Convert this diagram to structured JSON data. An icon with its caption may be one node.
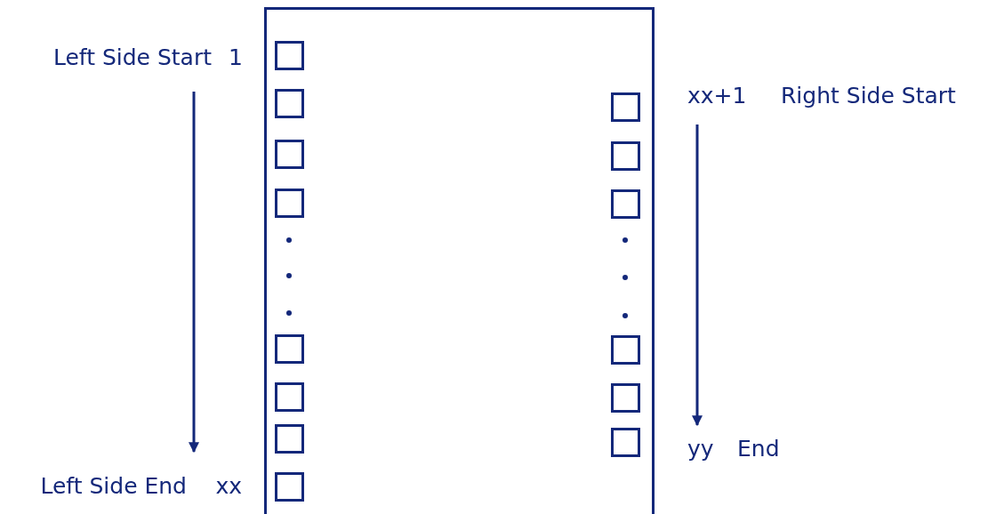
{
  "diagram": {
    "nodes": [
      {
        "text": [],
        "shape": "box"
      },
      {
        "text": [],
        "shape": "box",
        "in": 0
      },
      {
        "text": [],
        "shape": "box",
        "in": 0
      },
      {
        "text": [],
        "shape": "box",
        "in": 0
      },
      {
        "text": [],
        "shape": "box",
        "in": 0
      },
      {
        "text": [],
        "shape": "box",
        "in": 0
      },
      {
        "text": [],
        "shape": "box",
        "in": 0
      },
      {
        "text": [],
        "shape": "box",
        "in": 0
      },
      {
        "text": [],
        "shape": "box",
        "in": 0
      },
      {
        "text": [],
        "shape": "box",
        "in": 0
      },
      {
        "text": [],
        "shape": "box",
        "in": 0
      },
      {
        "text": [],
        "shape": "box",
        "in": 0
      },
      {
        "text": [],
        "shape": "box",
        "in": 0
      },
      {
        "text": [],
        "shape": "box",
        "in": 0
      },
      {
        "text": [],
        "shape": "box",
        "in": 0
      }
    ],
    "labels": [
      "Left Side Start",
      "1",
      "xx+1",
      "Right Side Start",
      "yy",
      "End",
      "Left Side End",
      "xx"
    ]
  }
}
